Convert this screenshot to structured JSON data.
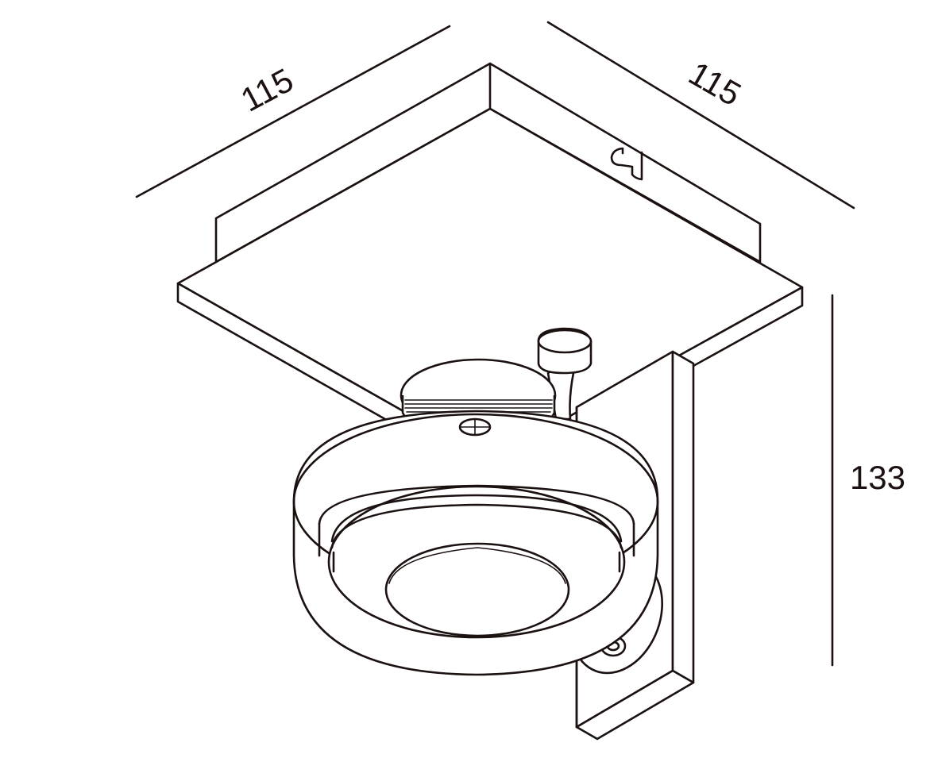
{
  "dimensions": {
    "width_left": "115",
    "width_right": "115",
    "height": "133"
  }
}
